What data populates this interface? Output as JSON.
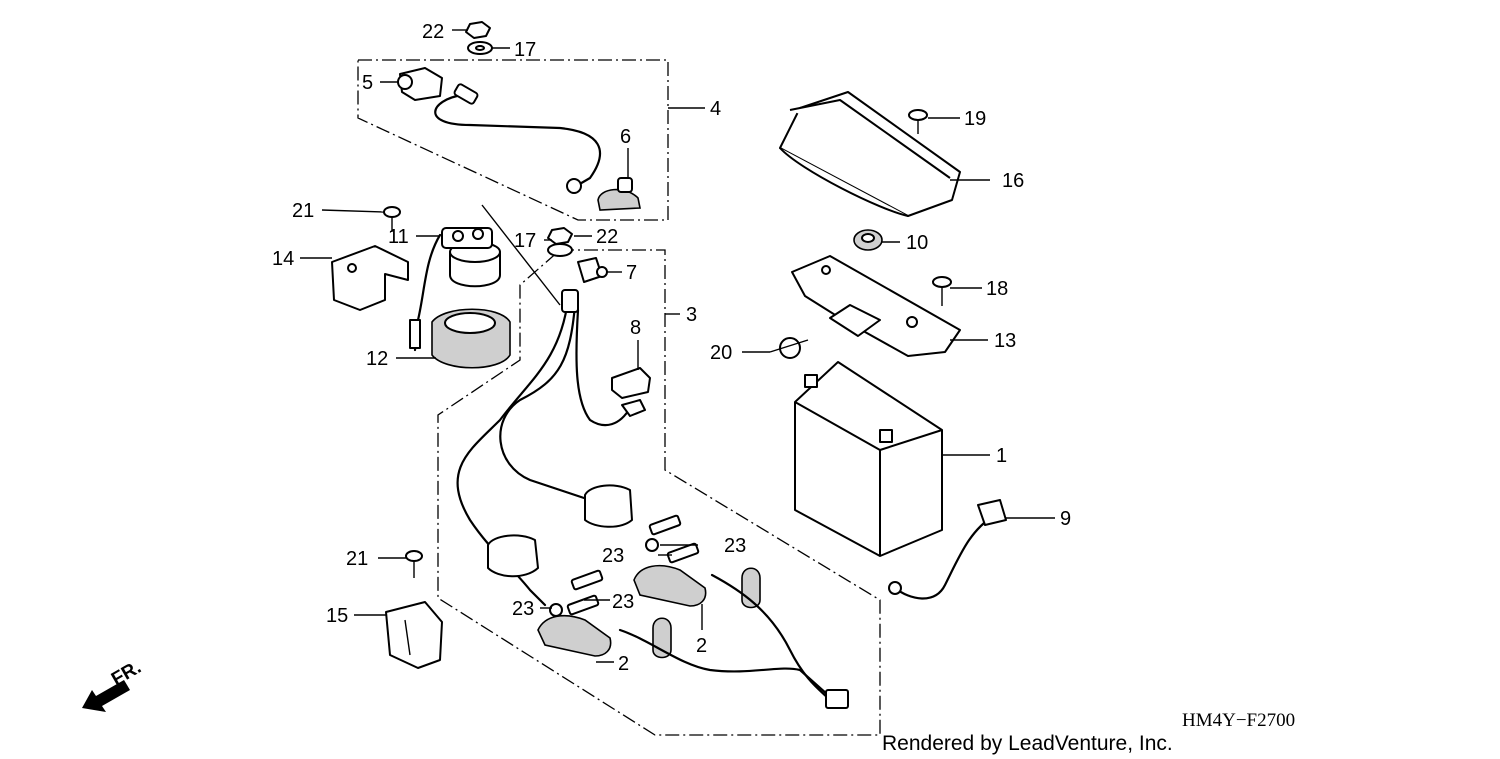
{
  "diagram": {
    "callouts": [
      {
        "id": "22a",
        "label": "22"
      },
      {
        "id": "17a",
        "label": "17"
      },
      {
        "id": "5",
        "label": "5"
      },
      {
        "id": "4",
        "label": "4"
      },
      {
        "id": "6",
        "label": "6"
      },
      {
        "id": "21a",
        "label": "21"
      },
      {
        "id": "11",
        "label": "11"
      },
      {
        "id": "17b",
        "label": "17"
      },
      {
        "id": "22b",
        "label": "22"
      },
      {
        "id": "14",
        "label": "14"
      },
      {
        "id": "7",
        "label": "7"
      },
      {
        "id": "3",
        "label": "3"
      },
      {
        "id": "8",
        "label": "8"
      },
      {
        "id": "12",
        "label": "12"
      },
      {
        "id": "19",
        "label": "19"
      },
      {
        "id": "16",
        "label": "16"
      },
      {
        "id": "10",
        "label": "10"
      },
      {
        "id": "18",
        "label": "18"
      },
      {
        "id": "13",
        "label": "13"
      },
      {
        "id": "20",
        "label": "20"
      },
      {
        "id": "1",
        "label": "1"
      },
      {
        "id": "9",
        "label": "9"
      },
      {
        "id": "21b",
        "label": "21"
      },
      {
        "id": "23a",
        "label": "23"
      },
      {
        "id": "23b",
        "label": "23"
      },
      {
        "id": "23c",
        "label": "23"
      },
      {
        "id": "23d",
        "label": "23"
      },
      {
        "id": "15",
        "label": "15"
      },
      {
        "id": "2a",
        "label": "2"
      },
      {
        "id": "2b",
        "label": "2"
      }
    ],
    "direction_label": "FR.",
    "diagram_code": "HM4Y−F2700",
    "credit": "Rendered by LeadVenture, Inc."
  }
}
